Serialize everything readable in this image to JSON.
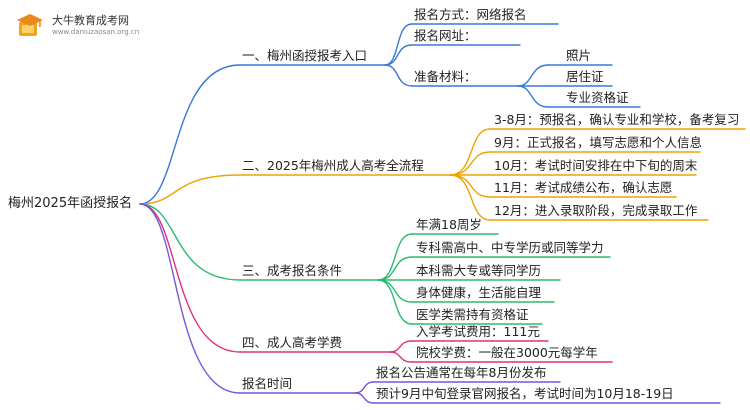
{
  "logo": {
    "title": "大牛教育成考网",
    "url": "www.daniuzaosan.org.cn",
    "icon": "graduation-cap-book-icon"
  },
  "mindmap": {
    "root": "梅州2025年函授报名",
    "colors": {
      "blue": "#3a78d8",
      "orange": "#f0a400",
      "green": "#2bbb6e",
      "pink": "#e0307a",
      "purple": "#7b55d9"
    },
    "branches": [
      {
        "label": "一、梅州函授报考入口",
        "color": "blue",
        "children": [
          {
            "label": "报名方式：网络报名"
          },
          {
            "label": "报名网址："
          },
          {
            "label": "准备材料：",
            "children": [
              {
                "label": "照片"
              },
              {
                "label": "居住证"
              },
              {
                "label": "专业资格证"
              }
            ]
          }
        ]
      },
      {
        "label": "二、2025年梅州成人高考全流程",
        "color": "orange",
        "children": [
          {
            "label": "3-8月：预报名，确认专业和学校，备考复习"
          },
          {
            "label": "9月：正式报名，填写志愿和个人信息"
          },
          {
            "label": "10月：考试时间安排在中下旬的周末"
          },
          {
            "label": "11月：考试成绩公布，确认志愿"
          },
          {
            "label": "12月：进入录取阶段，完成录取工作"
          }
        ]
      },
      {
        "label": "三、成考报名条件",
        "color": "green",
        "children": [
          {
            "label": "年满18周岁"
          },
          {
            "label": "专科需高中、中专学历或同等学力"
          },
          {
            "label": "本科需大专或等同学历"
          },
          {
            "label": "身体健康，生活能自理"
          },
          {
            "label": "医学类需持有资格证"
          }
        ]
      },
      {
        "label": "四、成人高考学费",
        "color": "pink",
        "children": [
          {
            "label": "入学考试费用：111元"
          },
          {
            "label": "院校学费：一般在3000元每学年"
          }
        ]
      },
      {
        "label": "报名时间",
        "color": "purple",
        "children": [
          {
            "label": "报名公告通常在每年8月份发布"
          },
          {
            "label": "预计9月中旬登录官网报名，考试时间为10月18-19日"
          }
        ]
      }
    ]
  }
}
